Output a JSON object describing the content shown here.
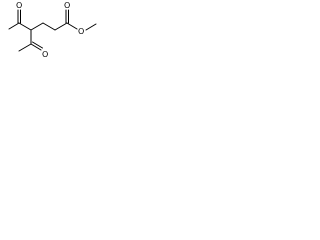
{
  "molecule": {
    "atom_labels": {
      "top_carbonyl_oxygen": "O",
      "ester_carbonyl_oxygen": "O",
      "ester_ether_oxygen": "O",
      "bottom_carbonyl_oxygen": "O"
    },
    "colors": {
      "bond": "#000000",
      "label": "#000000",
      "background": "#ffffff"
    }
  }
}
